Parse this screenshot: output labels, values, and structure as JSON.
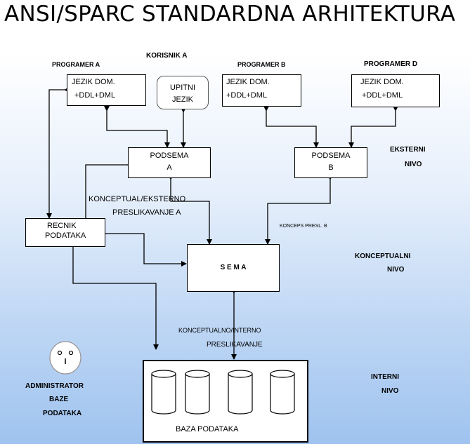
{
  "title": "ANSI/SPARC STANDARDNA ARHITEKTURA",
  "programmers": {
    "a": "PROGRAMER  A",
    "b": "PROGRAMER B",
    "d": "PROGRAMER  D",
    "korisnik": "KORISNIK  A"
  },
  "boxes": {
    "host_a": {
      "line1": "JEZIK DOM.",
      "line2": "+DDL+DML"
    },
    "query": {
      "line1": "UPITNI",
      "line2": "JEZIK"
    },
    "host_b": {
      "line1": "JEZIK DOM.",
      "line2": "+DDL+DML"
    },
    "host_d": {
      "line1": "JEZIK DOM.",
      "line2": "+DDL+DML"
    },
    "subschema_a": {
      "line1": "PODSEMA",
      "line2": "A"
    },
    "subschema_b": {
      "line1": "PODSEMA",
      "line2": "B"
    },
    "dictionary": {
      "line1": "RECNIK",
      "line2": "PODATAKA"
    },
    "schema": "S E M A",
    "database": "BAZA PODATAKA"
  },
  "mappings": {
    "ext_a_line1": "KONCEPTUAL/EKSTERNO",
    "ext_a_line2": "PRESLIKAVANJE  A",
    "ext_b": "KONCEPS  PRESL. B",
    "int_line1": "KONCEPTUALNO/INTERNO",
    "int_line2": "PRESLIKAVANJE"
  },
  "levels": {
    "external_1": "EKSTERNI",
    "external_2": "NIVO",
    "conceptual_1": "KONCEPTUALNI",
    "conceptual_2": "NIVO",
    "internal_1": "INTERNI",
    "internal_2": "NIVO"
  },
  "admin": {
    "line1": "ADMINISTRATOR",
    "line2": "BAZE",
    "line3": "PODATAKA"
  }
}
